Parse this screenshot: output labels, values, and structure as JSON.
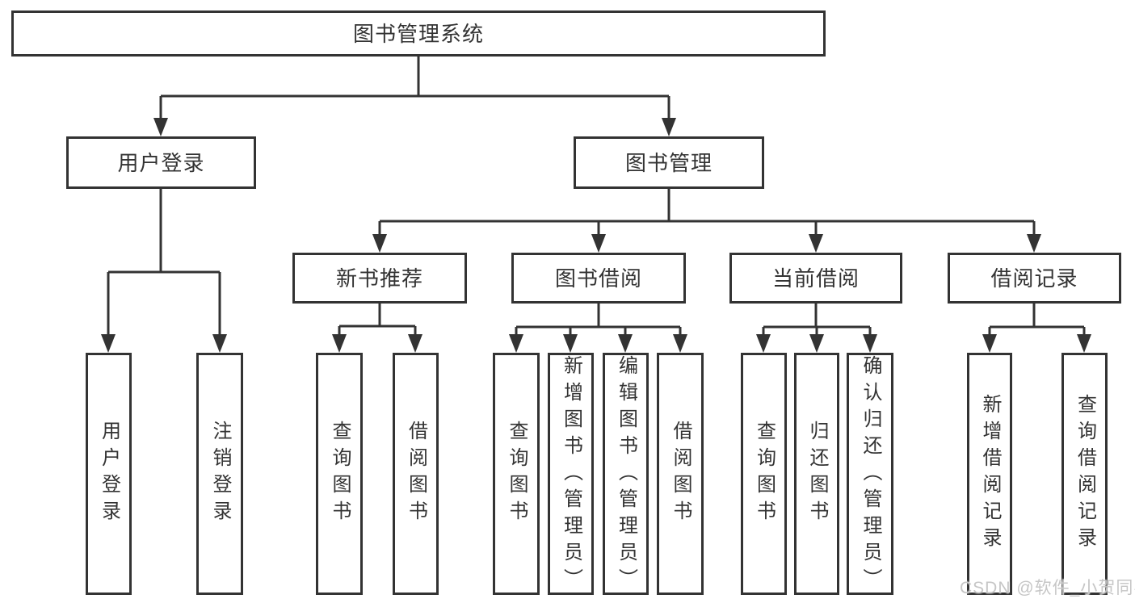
{
  "colors": {
    "line": "#333333",
    "text": "#333333",
    "box_background": "#ffffff",
    "watermark": "#c6c6c6"
  },
  "diagram": {
    "root": {
      "label": "图书管理系统"
    },
    "branches": {
      "user": {
        "label": "用户登录",
        "children": [
          {
            "label": "用户登录"
          },
          {
            "label": "注销登录"
          }
        ]
      },
      "book": {
        "label": "图书管理",
        "groups": [
          {
            "label": "新书推荐",
            "children": [
              {
                "label": "查询图书"
              },
              {
                "label": "借阅图书"
              }
            ]
          },
          {
            "label": "图书借阅",
            "children": [
              {
                "label": "查询图书"
              },
              {
                "label": "新增图书（管理员）"
              },
              {
                "label": "编辑图书（管理员）"
              },
              {
                "label": "借阅图书"
              }
            ]
          },
          {
            "label": "当前借阅",
            "children": [
              {
                "label": "查询图书"
              },
              {
                "label": "归还图书"
              },
              {
                "label": "确认归还（管理员）"
              }
            ]
          },
          {
            "label": "借阅记录",
            "children": [
              {
                "label": "新增借阅记录"
              },
              {
                "label": "查询借阅记录"
              }
            ]
          }
        ]
      }
    }
  },
  "watermark": {
    "text": "CSDN @软件_小贺同学"
  }
}
